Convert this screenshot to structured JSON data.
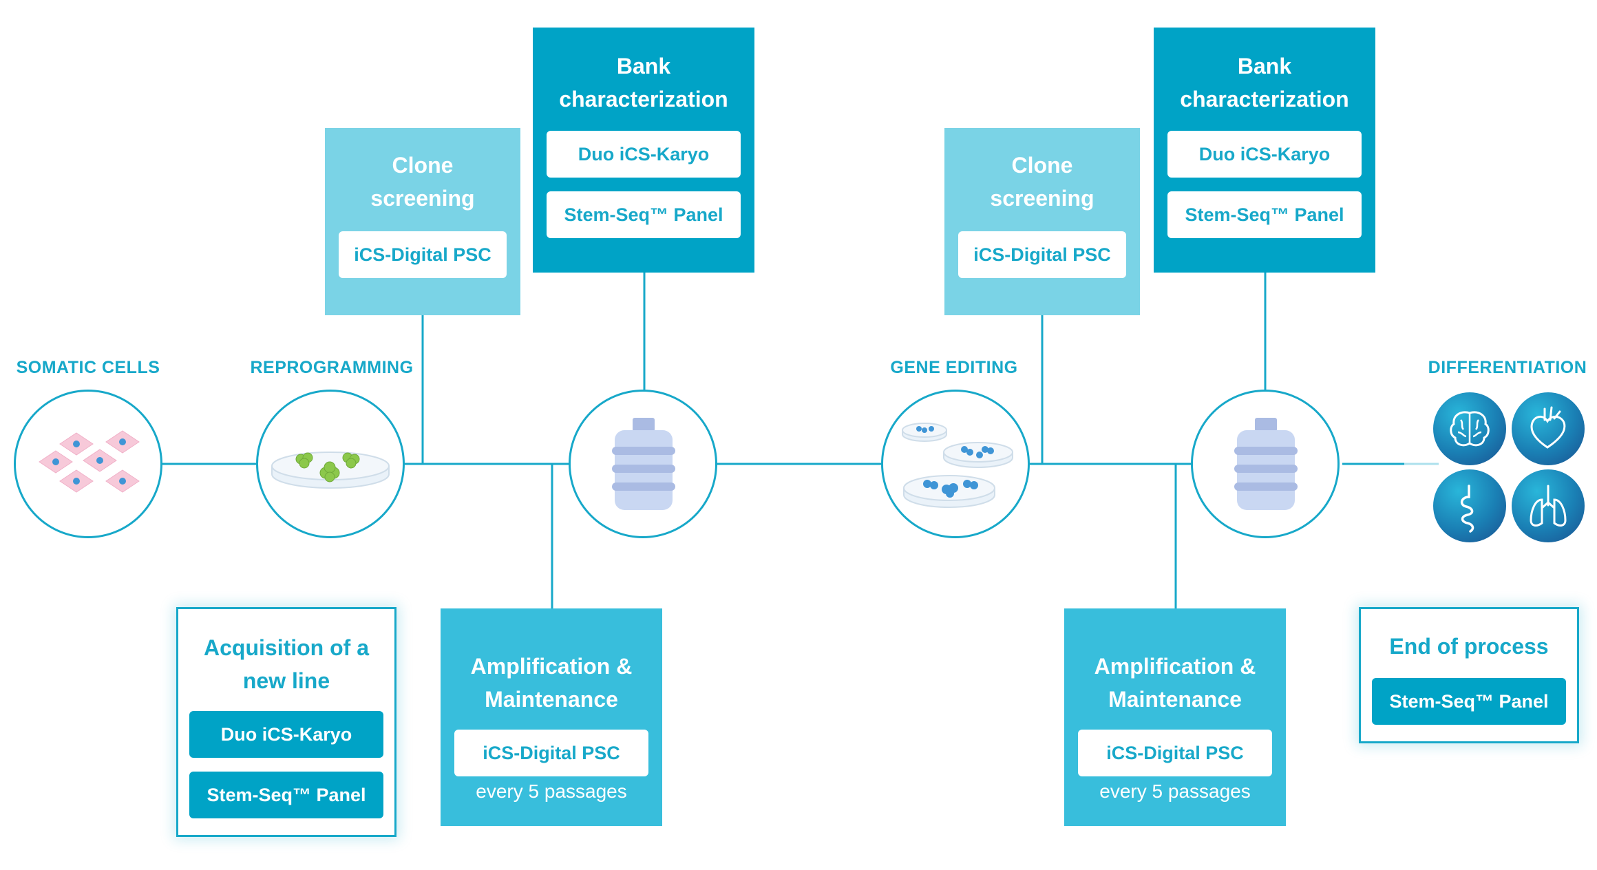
{
  "stages": {
    "somatic_cells": "SOMATIC CELLS",
    "reprogramming": "REPROGRAMMING",
    "gene_editing": "GENE EDITING",
    "differentiation": "DIFFERENTIATION"
  },
  "left": {
    "clone_screening": {
      "title_line1": "Clone",
      "title_line2": "screening",
      "test": "iCS-Digital PSC"
    },
    "bank": {
      "title_line1": "Bank",
      "title_line2": "characterization",
      "tests": [
        "Duo iCS-Karyo",
        "Stem-Seq™ Panel"
      ]
    },
    "acquisition": {
      "title_line1": "Acquisition of a",
      "title_line2": "new line",
      "tests": [
        "Duo iCS-Karyo",
        "Stem-Seq™ Panel"
      ]
    },
    "amplification": {
      "title_line1": "Amplification &",
      "title_line2": "Maintenance",
      "test": "iCS-Digital PSC",
      "note": "every 5 passages"
    }
  },
  "right": {
    "clone_screening": {
      "title_line1": "Clone",
      "title_line2": "screening",
      "test": "iCS-Digital PSC"
    },
    "bank": {
      "title_line1": "Bank",
      "title_line2": "characterization",
      "tests": [
        "Duo iCS-Karyo",
        "Stem-Seq™ Panel"
      ]
    },
    "amplification": {
      "title_line1": "Amplification &",
      "title_line2": "Maintenance",
      "test": "iCS-Digital PSC",
      "note": "every 5 passages"
    },
    "end": {
      "title": "End of process",
      "test": "Stem-Seq™ Panel"
    }
  },
  "colors": {
    "accent": "#17a8c9",
    "light_card": "#7ad3e6",
    "dark_card": "#00a3c6",
    "mid_card": "#38bedc",
    "cell_pink": "#f7c9d9",
    "colony_green": "#8cc84b",
    "colony_blue": "#3f95d6",
    "bottle": "#b9cbee"
  },
  "icons": [
    "somatic-cells-icon",
    "petri-dish-green-icon",
    "cell-bank-bottle-icon",
    "petri-dishes-blue-icon",
    "brain-icon",
    "heart-icon",
    "intestine-icon",
    "lungs-icon"
  ]
}
